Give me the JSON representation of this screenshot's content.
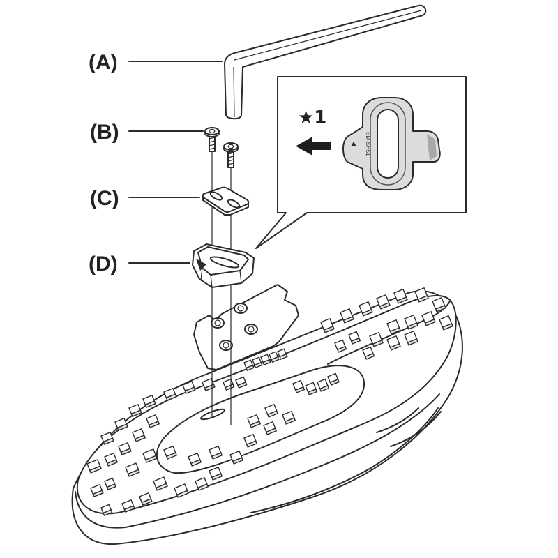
{
  "labels": {
    "a": "(A)",
    "b": "(B)",
    "c": "(C)",
    "d": "(D)"
  },
  "inset": {
    "note": "★1",
    "model": "SM-SH51"
  }
}
